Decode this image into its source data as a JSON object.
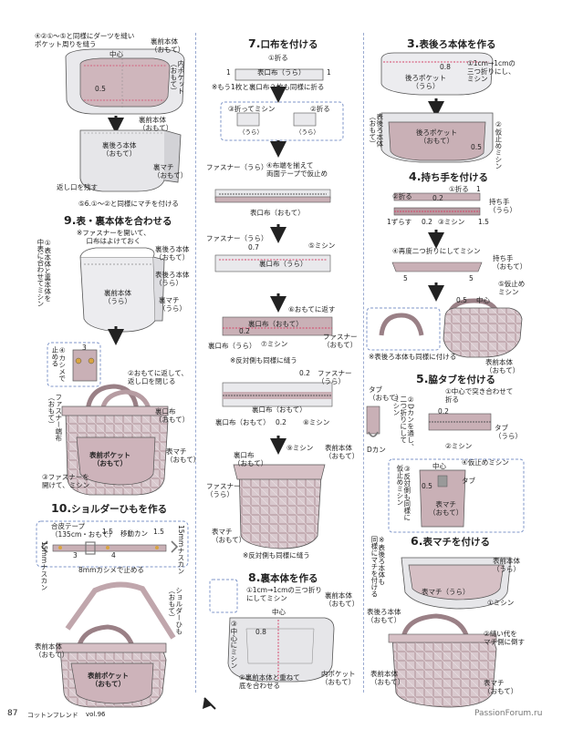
{
  "page": {
    "number": "87",
    "magazine": "コットンフレンド",
    "vol": "vol.96",
    "watermark": "PassionForum.ru"
  },
  "col1": {
    "step4": {
      "text": "④②①〜⑤と同様にダーツを縫い\nポケット周りを縫う",
      "center": "中心",
      "bag_front": "裏前本体\n（おもて）",
      "inner_pocket": "内ポケット\n（おもて）",
      "seam": "0.5"
    },
    "stepB": {
      "label1": "裏前本体\n（おもて）",
      "label2": "裏後ろ本体\n（おもて）",
      "label3": "裏マチ\n（おもて）",
      "return": "返し口を残す",
      "step56": "⑤6.①〜②と同様にマチを付ける"
    },
    "sec9": {
      "num": "9.",
      "title": "表・裏本体を合わせる",
      "note1": "※ファスナーを開いて、\n口布はよけておく",
      "n1": "①表本体と裏本体を\n中表に合わせてミシン",
      "label_bb": "裏後ろ本体\n（おもて）",
      "label_ob": "表後ろ本体\n（うら）",
      "label_front": "裏前本体\n（うら）",
      "label_gusset": "裏マチ\n（うら）"
    },
    "sec9b": {
      "kashime": "④カシメで\n止める",
      "n3": "3",
      "n2": "②おもてに返して、\n返し口を閉じる",
      "zipper": "ファスナー端布\n（おもて）",
      "kuchi": "裏口布\n（おもて）",
      "pocket": "表前ポケット\n（おもて）",
      "gusset": "表マチ\n（おもて）",
      "n3b": "③ファスナーを\n開けて、ミシン"
    },
    "sec10": {
      "num": "10.",
      "title": "ショルダーひもを作る",
      "tape": "合皮テープ\n（135cm・おもて）",
      "v15a": "1.5",
      "ring": "移動カン",
      "v15b": "1.5",
      "v15mm": "15mmナスカン",
      "v15mm2": "15mmナスカン",
      "c3": "3",
      "c4": "4",
      "rivet": "8mmカシメで止める",
      "shoulder": "ショルダーひも\n（おもて）",
      "front": "表前本体\n（おもて）",
      "pocket": "表前ポケット\n（おもて）"
    }
  },
  "col2": {
    "sec7": {
      "num": "7.",
      "title": "口布を付ける",
      "fold": "①折る",
      "kuchi": "表口布（うら）",
      "one_a": "1",
      "one_b": "1",
      "note1": "※もう1枚と裏口布２枚も同様に折る",
      "s3": "③折ってミシン",
      "s2": "②折る",
      "ura1": "（うら）",
      "ura2": "（うら）",
      "zipper_ura": "ファスナー（うら）",
      "s4": "④布端を揃えて\n両面テープで仮止め",
      "front_kuchi": "表口布（おもて）",
      "zipper_ura2": "ファスナー（うら）",
      "v07": "0.7",
      "s5": "⑤ミシン",
      "ura_kuchi": "裏口布（うら）",
      "s6": "⑥おもてに返す",
      "v02a": "0.2",
      "ura_kuchi_omote": "裏口布（おもて）",
      "zipper_omote": "ファスナー\n（おもて）",
      "ura_kuchi_ura": "裏口布（うら）",
      "s7": "⑦ミシン",
      "note2": "※反対側も同様に縫う",
      "zipper_ura3": "ファスナー\n（うら）",
      "v02b": "0.2",
      "ura_kuchi_o2": "裏口布（おもて）",
      "v02c": "0.2",
      "s8": "⑧ミシン",
      "ura_kuchi_o3": "裏口布\n（おもて）",
      "s9": "⑨ミシン",
      "front_body": "表前本体\n（おもて）",
      "zipper_ura4": "ファスナー\n（うら）",
      "gusset": "表マチ\n（おもて）",
      "note3": "※反対側も同様に縫う"
    },
    "sec8": {
      "num": "8.",
      "title": "裏本体を作る",
      "n1": "①1cm→1cmの三つ折り\nにしてミシン",
      "front": "裏前本体\n（おもて）",
      "center": "中心",
      "v08": "0.8",
      "n3": "③中心にミシン",
      "n2": "②裏前本体と重ねて\n底を合わせる",
      "pocket": "内ポケット\n（おもて）"
    }
  },
  "col3": {
    "sec3": {
      "num": "3.",
      "title": "表後ろ本体を作る",
      "v08": "0.8",
      "n1": "①1cm→1cmの\n三つ折りにし、\nミシン",
      "back": "後ろポケット\n（うら）",
      "back_body": "表後ろ本体\n（おもて）",
      "back_pocket": "後ろポケット\n（おもて）",
      "v05": "0.5",
      "n2": "②仮止めミシン"
    },
    "sec4": {
      "num": "4.",
      "title": "持ち手を付ける",
      "n1": "①折る",
      "v1": "1",
      "n2": "②折る",
      "v02a": "0.2",
      "handle": "持ち手\n（うら）",
      "one_zure": "1ずらす",
      "v02b": "0.2",
      "n3": "③ミシン",
      "v15": "1.5",
      "n4": "④再度二つ折りにしてミシン",
      "handle2": "持ち手\n（おもて）",
      "v5a": "5",
      "v5b": "5",
      "v05": "0.5",
      "center": "中心",
      "n5": "⑤仮止め\nミシン",
      "note": "※表後ろ本体も同様に付ける",
      "front_body": "表前本体\n（おもて）"
    },
    "sec5": {
      "num": "5.",
      "title": "脇タブを付ける",
      "tab": "タブ\n（おもて）",
      "dkan_text": "②Dカンを通し、\n二つ折りにして\nミシン",
      "n1": "①中心で突き合わせて\n折る",
      "v02": "0.2",
      "tab_ura": "タブ\n（うら）",
      "n2": "②ミシン",
      "dkan": "Dカン",
      "n4": "④仮止めミシン",
      "center": "中心",
      "v05": "0.5",
      "tab2": "タブ",
      "front_gusset": "表マチ\n（おもて）",
      "n3": "③反対側も同様に\n仮止めミシン"
    },
    "sec6": {
      "num": "6.",
      "title": "表マチを付ける",
      "note": "※表後ろ本体も\n同様にマチを付ける",
      "front": "表前本体\n（うら）",
      "gusset": "表マチ（うら）",
      "n1": "①ミシン",
      "back": "表後ろ本体\n（おもて）",
      "n2": "②縫い代を\nマチ側に倒す",
      "front2": "表前本体\n（おもて）",
      "gusset2": "表マチ\n（おもて）"
    }
  },
  "colors": {
    "fabric": "#c9b0b6",
    "fabric_light": "#eee4e7",
    "gray_body": "#e6e6e9",
    "divider": "#9aaad0",
    "blue_box": "#7f96c9"
  }
}
